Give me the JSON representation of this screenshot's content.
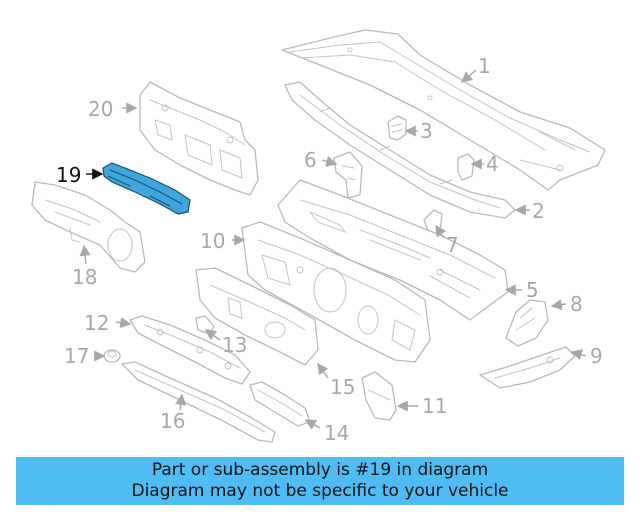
{
  "diagram": {
    "callouts": [
      "1",
      "2",
      "3",
      "4",
      "5",
      "6",
      "7",
      "8",
      "9",
      "10",
      "11",
      "12",
      "13",
      "14",
      "15",
      "16",
      "17",
      "18",
      "19",
      "20"
    ],
    "highlighted_part": "19",
    "highlight_color": "#3ea7dd",
    "banner_color": "#4fbdf3"
  },
  "banner": {
    "line1": "Part or sub-assembly is #19 in diagram",
    "line2": "Diagram may not be specific to your vehicle"
  }
}
